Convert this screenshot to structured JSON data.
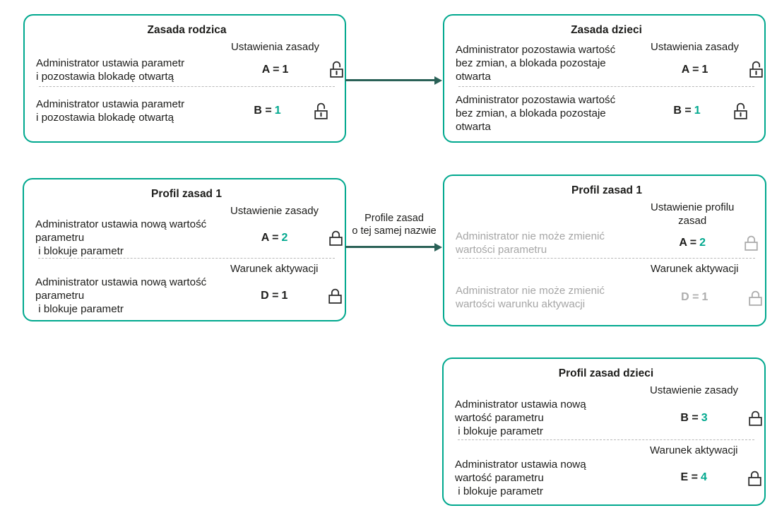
{
  "colors": {
    "box_border": "#00a88e",
    "accent_value": "#00a88e",
    "arrow": "#2a6157",
    "text": "#1d1d1b",
    "muted_text": "#a6a6a6"
  },
  "arrows": {
    "profile_link": {
      "label_lines": [
        "Profile zasad",
        "o tej samej nazwie"
      ]
    }
  },
  "boxes": {
    "parent": {
      "title": "Zasada rodzica",
      "sections": [
        {
          "label": "Ustawienia zasady",
          "text_lines": [
            "Administrator ustawia parametr",
            "i pozostawia blokadę otwartą"
          ],
          "value_prefix": "A =",
          "value_num": "1",
          "lock": "open-lock"
        },
        {
          "text_lines": [
            "Administrator ustawia parametr",
            "i pozostawia blokadę otwartą"
          ],
          "value_prefix": "B =",
          "value_num": "1",
          "lock": "open-lock"
        }
      ]
    },
    "child": {
      "title": "Zasada dzieci",
      "sections": [
        {
          "label": "Ustawienia zasady",
          "text_lines": [
            "Administrator pozostawia wartość",
            "bez zmian, a blokada pozostaje",
            "otwarta"
          ],
          "value_prefix": "A =",
          "value_num": "1",
          "lock": "open-lock"
        },
        {
          "text_lines": [
            "Administrator pozostawia wartość",
            "bez zmian, a blokada pozostaje",
            "otwarta"
          ],
          "value_prefix": "B =",
          "value_num": "1",
          "lock": "open-lock"
        }
      ]
    },
    "profile1_parent": {
      "title": "Profil zasad 1",
      "sections": [
        {
          "label": "Ustawienie zasady",
          "text_lines": [
            "Administrator ustawia nową wartość",
            "parametru",
            " i blokuje parametr"
          ],
          "value_prefix": "A =",
          "value_num": "2",
          "lock": "closed-lock"
        },
        {
          "label": "Warunek aktywacji",
          "text_lines": [
            "Administrator ustawia nową wartość",
            "parametru",
            " i blokuje parametr"
          ],
          "value_prefix": "D =",
          "value_num": "1",
          "lock": "closed-lock"
        }
      ]
    },
    "profile1_child": {
      "title": "Profil zasad 1",
      "sections": [
        {
          "label_lines": [
            "Ustawienie profilu",
            "zasad"
          ],
          "text_lines": [
            "Administrator nie może zmienić",
            "wartości parametru"
          ],
          "value_prefix": "A =",
          "value_num": "2",
          "lock": "closed-lock-gray"
        },
        {
          "label": "Warunek aktywacji",
          "text_lines": [
            "Administrator nie może zmienić",
            "wartości warunku aktywacji"
          ],
          "value_prefix": "D =",
          "value_num": "1",
          "lock": "closed-lock-gray"
        }
      ]
    },
    "profile_child": {
      "title": "Profil zasad dzieci",
      "sections": [
        {
          "label": "Ustawienie zasady",
          "text_lines": [
            "Administrator ustawia nową",
            "wartość parametru",
            " i blokuje parametr"
          ],
          "value_prefix": "B =",
          "value_num": "3",
          "lock": "closed-lock"
        },
        {
          "label": "Warunek aktywacji",
          "text_lines": [
            "Administrator ustawia nową",
            "wartość parametru",
            " i blokuje parametr"
          ],
          "value_prefix": "E =",
          "value_num": "4",
          "lock": "closed-lock"
        }
      ]
    }
  }
}
